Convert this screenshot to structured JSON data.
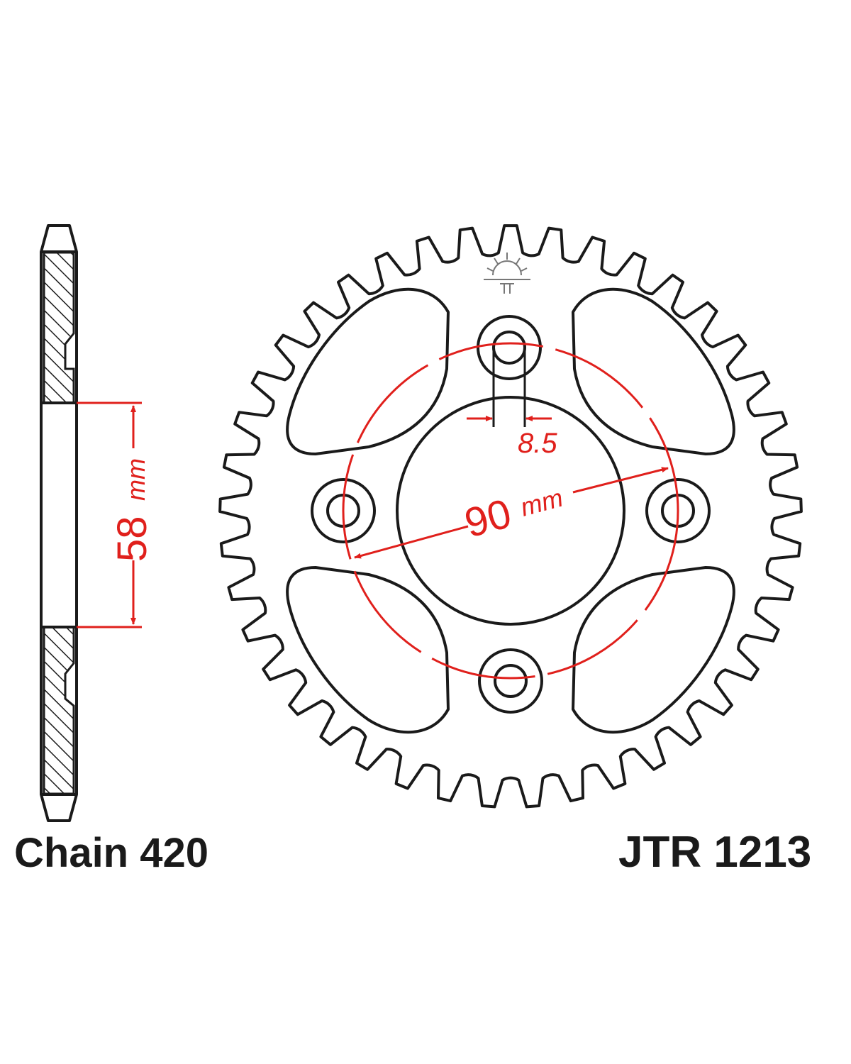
{
  "labels": {
    "chain": "Chain 420",
    "part_number": "JTR 1213"
  },
  "dimensions": {
    "center_bore_value": "58",
    "center_bore_unit": "mm",
    "pcd_value": "90",
    "pcd_unit": "mm",
    "bolt_hole": "8.5"
  },
  "sprocket": {
    "teeth": 41,
    "bolt_holes": 4,
    "lightening_holes": 4
  },
  "colors": {
    "outline": "#1a1a1a",
    "dimension": "#e0201c"
  },
  "icons": [
    "jt-sun-logo-icon"
  ]
}
